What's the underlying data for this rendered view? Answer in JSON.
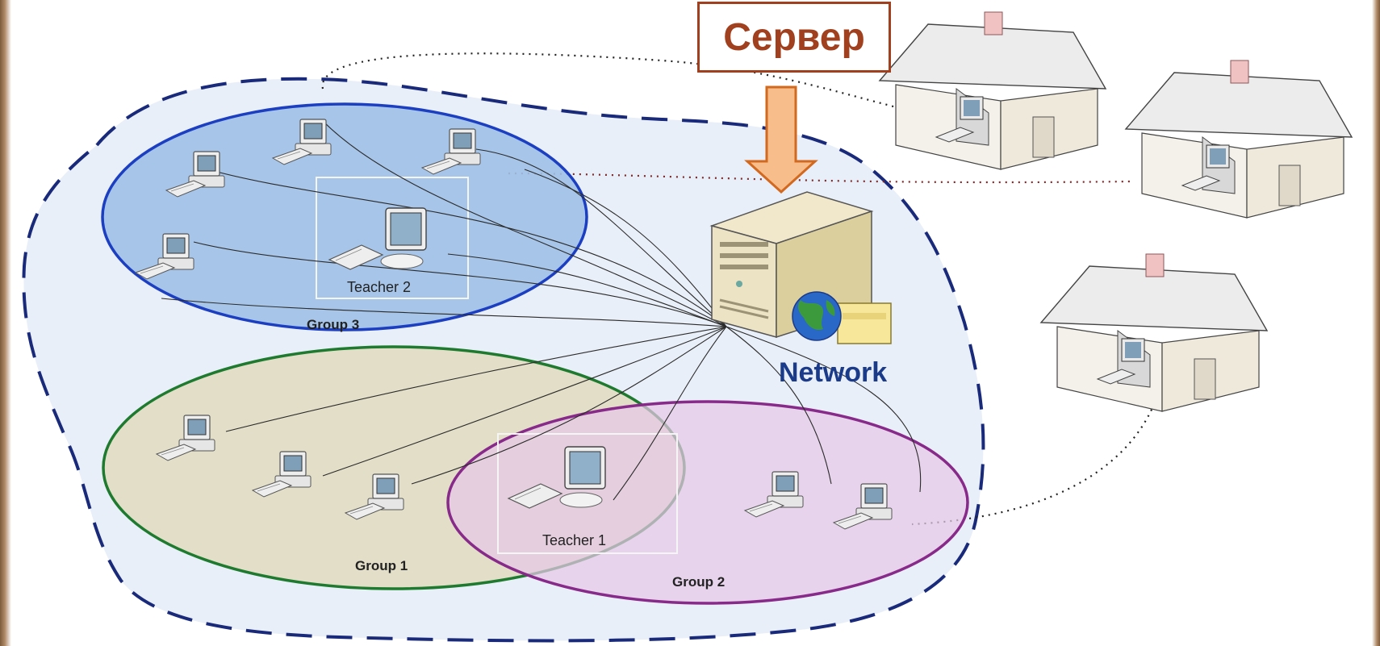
{
  "title": {
    "server_label": "Сервер"
  },
  "network": {
    "label": "Network"
  },
  "groups": [
    {
      "id": "group-3",
      "label": "Group 3"
    },
    {
      "id": "group-1",
      "label": "Group 1"
    },
    {
      "id": "group-2",
      "label": "Group 2"
    }
  ],
  "teachers": [
    {
      "id": "teacher-2",
      "label": "Teacher 2"
    },
    {
      "id": "teacher-1",
      "label": "Teacher 1"
    }
  ],
  "colors": {
    "title_accent": "#a0401e",
    "arrow_fill": "#f7bd8a",
    "arrow_stroke": "#d2691e",
    "cloud_stroke": "#1a2a7a",
    "cloud_fill": "#e8eef7",
    "group3_fill": "#9ec0e6",
    "group3_stroke": "#1c3fc2",
    "group1_fill": "#e2dcc4",
    "group1_stroke": "#1e7a2e",
    "group2_fill": "#e6c8e6",
    "group2_stroke": "#882a8a",
    "network_label": "#1a3a8a"
  },
  "icons": [
    "computer-icon",
    "monitor-icon",
    "server-icon",
    "globe-icon",
    "house-icon"
  ]
}
